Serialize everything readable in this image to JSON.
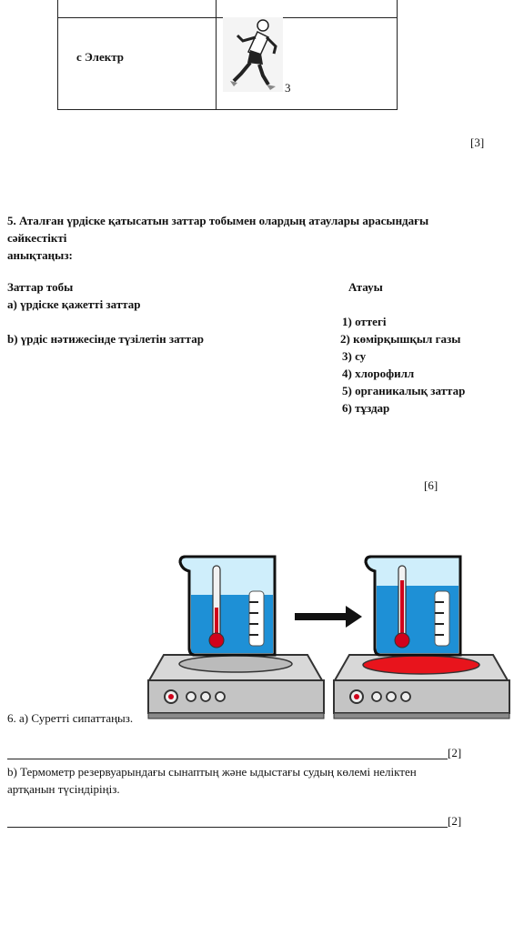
{
  "table_fragment": {
    "row_label": "с Электр",
    "image_label": "3",
    "image_alt": "running-man-icon"
  },
  "q4_score": "[3]",
  "question5": {
    "prompt_line1": "5. Аталған үрдіске қатысатын заттар тобымен олардың атаулары арасындағы",
    "prompt_line2": "сәйкестікті",
    "prompt_line3": "анықтаңыз:",
    "col_left_header": "Заттар тобы",
    "col_right_header": "Атауы",
    "left_items": [
      "a) үрдіске қажетті заттар",
      "b) үрдіс нәтижесінде түзілетін заттар"
    ],
    "right_items": [
      "1) оттегі",
      "2) көмірқышқыл газы",
      "3) су",
      "4) хлорофилл",
      "5) органикалық заттар",
      "6) тұздар"
    ],
    "score": "[6]"
  },
  "question6": {
    "part_a": "6. a) Суретті сипаттаңыз.",
    "part_a_score": "[2]",
    "part_b_line1": "b) Термометр резервуарындағы сынаптың және ыдыстағы судың көлемі неліктен",
    "part_b_line2": "артқанын түсіндіріңіз.",
    "part_b_score": "[2]"
  },
  "figure": {
    "left_burner": "cold-hotplate-icon",
    "right_burner": "hot-hotplate-icon",
    "arrow": "right-arrow-icon",
    "colors": {
      "water": "#1e90d6",
      "mercury": "#d0021b",
      "heat": "#e8141c",
      "glass": "#9fd6ee"
    }
  }
}
